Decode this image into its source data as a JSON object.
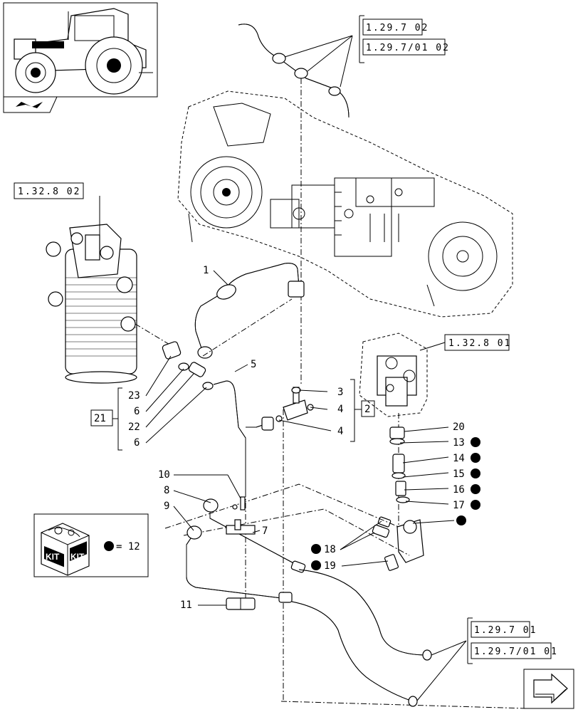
{
  "references": {
    "top_a": "1.29.7 02",
    "top_b": "1.29.7/01 02",
    "left": "1.32.8 02",
    "right_mid": "1.32.8 01",
    "bottom_a": "1.29.7 01",
    "bottom_b": "1.29.7/01 01"
  },
  "callouts": {
    "c1": "1",
    "c2": "2",
    "c3": "3",
    "c4a": "4",
    "c4b": "4",
    "c5": "5",
    "c6a": "6",
    "c6b": "6",
    "c7": "7",
    "c8": "8",
    "c9": "9",
    "c10": "10",
    "c11": "11",
    "c13": "13",
    "c14": "14",
    "c15": "15",
    "c16": "16",
    "c17": "17",
    "c18": "18",
    "c19": "19",
    "c20": "20",
    "c21": "21",
    "c22": "22",
    "c23": "23"
  },
  "kit": {
    "box_label_1": "KIT",
    "box_label_2": "KIT",
    "legend_value": "= 12"
  },
  "icons": {
    "thumbnail": "tractor-thumbnail-icon",
    "nav_left": "nav-back-arrow-icon",
    "nav_right": "nav-next-arrow-icon",
    "kit_bullet": "black-dot-icon"
  }
}
